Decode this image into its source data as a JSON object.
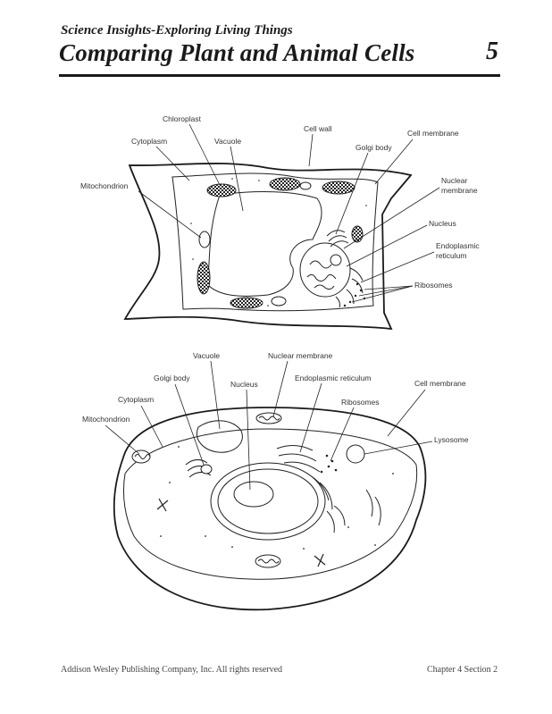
{
  "header": {
    "series": "Science Insights-Exploring Living Things",
    "title": "Comparing Plant and Animal Cells",
    "page_number": "5"
  },
  "plant_cell": {
    "labels": {
      "chloroplast": "Chloroplast",
      "cytoplasm": "Cytoplasm",
      "vacuole": "Vacuole",
      "cell_wall": "Cell wall",
      "cell_membrane": "Cell membrane",
      "golgi_body": "Golgi body",
      "mitochondrion": "Mitochondrion",
      "nuclear_membrane_1": "Nuclear",
      "nuclear_membrane_2": "membrane",
      "nucleus": "Nucleus",
      "er_1": "Endoplasmic",
      "er_2": "reticulum",
      "ribosomes": "Ribosomes"
    }
  },
  "animal_cell": {
    "labels": {
      "vacuole": "Vacuole",
      "nuclear_membrane": "Nuclear membrane",
      "golgi_body": "Golgi body",
      "nucleus": "Nucleus",
      "er": "Endoplasmic reticulum",
      "cell_membrane": "Cell membrane",
      "cytoplasm": "Cytoplasm",
      "ribosomes": "Ribosomes",
      "mitochondrion": "Mitochondrion",
      "lysosome": "Lysosome"
    }
  },
  "footer": {
    "left": "Addison Wesley Publishing Company, Inc. All rights reserved",
    "right": "Chapter 4   Section 2"
  }
}
